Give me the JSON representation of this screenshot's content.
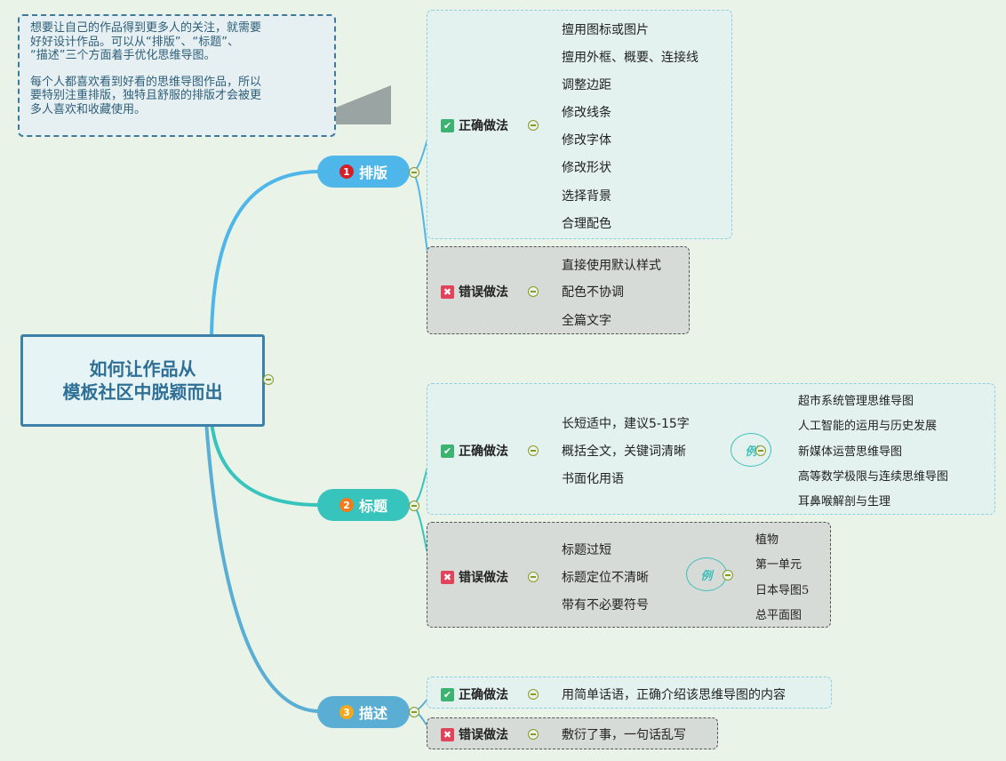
{
  "note": {
    "paragraphs": [
      "想要让自己的作品得到更多人的关注，就需要\n好好设计作品。可以从“排版”、“标题”、\n“描述”三个方面着手优化思维导图。",
      "每个人都喜欢看到好看的思维导图作品，所以\n要特别注重排版，独特且舒服的排版才会被更\n多人喜欢和收藏使用。"
    ]
  },
  "central": {
    "line1": "如何让作品从",
    "line2": "模板社区中脱颖而出"
  },
  "branches": [
    {
      "num": "1",
      "label": "排版",
      "color": "#4fb6ea",
      "badge_color": "#d41f26"
    },
    {
      "num": "2",
      "label": "标题",
      "color": "#36c4bd",
      "badge_color": "#f07b1c"
    },
    {
      "num": "3",
      "label": "描述",
      "color": "#5aaed4",
      "badge_color": "#f2a81c"
    }
  ],
  "categories": {
    "good": "正确做法",
    "bad": "错误做法"
  },
  "layout_branch": {
    "good": [
      "擅用图标或图片",
      "擅用外框、概要、连接线",
      "调整边距",
      "修改线条",
      "修改字体",
      "修改形状",
      "选择背景",
      "合理配色"
    ],
    "bad": [
      "直接使用默认样式",
      "配色不协调",
      "全篇文字"
    ]
  },
  "title_branch": {
    "good": [
      "长短适中，建议5-15字",
      "概括全文，关键词清晰",
      "书面化用语"
    ],
    "good_example_label": "例",
    "good_examples": [
      "超市系统管理思维导图",
      "人工智能的运用与历史发展",
      "新媒体运营思维导图",
      "高等数学极限与连续思维导图",
      "耳鼻喉解剖与生理"
    ],
    "bad": [
      "标题过短",
      "标题定位不清晰",
      "带有不必要符号"
    ],
    "bad_example_label": "例",
    "bad_examples": [
      "植物",
      "第一单元",
      "日本导图5",
      "总平面图"
    ]
  },
  "desc_branch": {
    "good": [
      "用简单话语，正确介绍该思维导图的内容"
    ],
    "bad": [
      "敷衍了事，一句话乱写"
    ]
  },
  "colors": {
    "check": "#3cb371",
    "cross": "#e0435a",
    "link": "#4fb6ea"
  }
}
